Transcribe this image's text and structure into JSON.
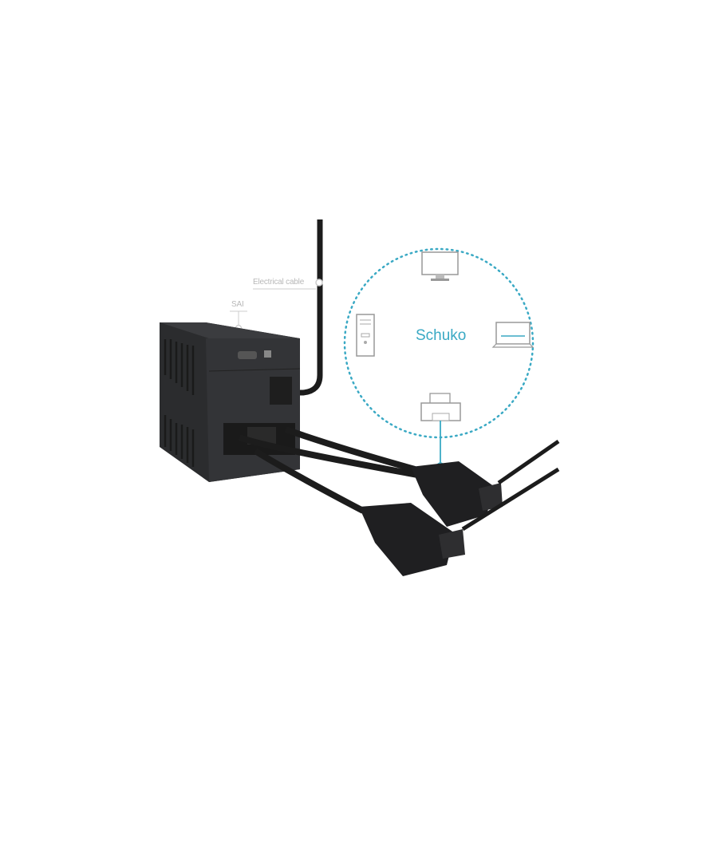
{
  "image": {
    "description": "UPS (SAI) unit with two IEC-to-Schuko adapter cables connected, diagram showing devices powered via Schuko",
    "labels": {
      "electrical_cable": "Electrical cable",
      "sai": "SAI",
      "schuko": "Schuko"
    },
    "devices": [
      "monitor",
      "laptop",
      "printer",
      "desktop-tower"
    ],
    "colors": {
      "background": "#ffffff",
      "accent": "#3aa9c4",
      "label_gray": "#b8b8b8",
      "device_body": "#2b2c2e",
      "cable": "#1c1c1c"
    }
  }
}
